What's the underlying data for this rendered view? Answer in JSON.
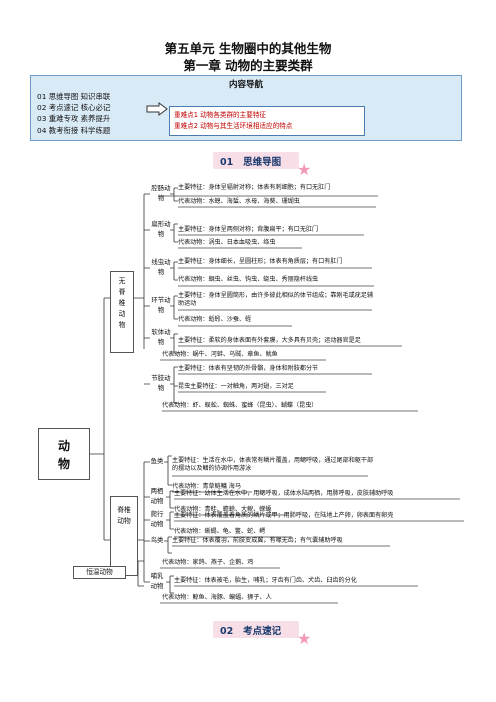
{
  "titles": {
    "unit": "第五单元  生物圈中的其他生物",
    "chapter": "第一章  动物的主要类群"
  },
  "nav": {
    "heading": "内容导航",
    "items": [
      "01 思维导图 知识串联",
      "02 考点速记 核心必记",
      "03 重难专攻 素养提升",
      "04 教考衔接 科学练题"
    ],
    "key_points": [
      "重难点1 动物各类群的主要特征",
      "重难点2 动物与其生活环境相适应的特点"
    ]
  },
  "sections": {
    "s1": {
      "num": "01",
      "label": "思维导图"
    },
    "s2": {
      "num": "02",
      "label": "考点速记"
    }
  },
  "mindmap": {
    "root": "动物",
    "invertebrates": "无脊椎动物",
    "vertebrates": "脊椎动物",
    "homeotherm": "恒温动物",
    "groups": [
      {
        "name": "腔肠动物",
        "feature": "主要特征：身体呈辐射对称；体表有刺细胞；有口无肛门",
        "rep": "代表动物：水螅、海蜇、水母、海葵、珊瑚虫"
      },
      {
        "name": "扁形动物",
        "feature": "主要特征：身体呈两侧对称；背腹扁平；有口无肛门",
        "rep": "代表动物：涡虫、日本血吸虫、绦虫"
      },
      {
        "name": "线虫动物",
        "feature": "主要特征：身体细长，呈圆柱形；体表有角质层；有口有肛门",
        "rep": "代表动物：蛔虫、丝虫、钩虫、蛲虫、秀丽隐杆线虫"
      },
      {
        "name": "环节动物",
        "feature": "主要特征：身体呈圆筒形，由许多彼此相似的体节组成；靠刚毛或疣足辅助运动",
        "rep": "代表动物：蚯蚓、沙蚕、蛭"
      },
      {
        "name": "软体动物",
        "feature": "主要特征：柔软的身体表面有外套膜，大多具有贝壳；运动器官是足",
        "rep": "代表动物：蜗牛、河蚌、乌贼、章鱼、鱿鱼"
      },
      {
        "name": "节肢动物",
        "feature": "主要特征：体表有坚韧的外骨骼，身体和附肢都分节",
        "insect": "昆虫主要特征：一对触角，两对翅，三对足",
        "rep": "代表动物：虾、蜈蚣、蜘蛛、蜜蜂（昆虫）、蝴蝶（昆虫）"
      },
      {
        "name": "鱼类",
        "feature": "主要特征：生活在水中，体表常有鳞片覆盖，用鳃呼吸，通过尾部和躯干部的摆动以及鳍的协调作用游泳",
        "rep": "代表动物：青草鲢鳙 海马"
      },
      {
        "name": "两栖动物",
        "feature": "主要特征：幼体生活在水中，用鳃呼吸，成体水陆两栖，用肺呼吸，皮肤辅助呼吸",
        "rep": "代表动物：青蛙、蟾蜍、大鲵、蝾螈"
      },
      {
        "name": "爬行动物",
        "feature": "主要特征：体表覆盖着角质的鳞片或甲；用肺呼吸，在陆地上产卵，卵表面有卵壳",
        "rep": "代表动物：蜥蜴、龟、鳖、蛇、鳄"
      },
      {
        "name": "鸟类",
        "feature": "主要特征：体表覆羽，前肢变成翼，有喙无齿；有气囊辅助呼吸",
        "rep": "代表动物：家鸽、燕子、企鹅、鸡"
      },
      {
        "name": "哺乳动物",
        "feature": "主要特征：体表被毛，胎生，哺乳；牙齿有门齿、犬齿、臼齿的分化",
        "rep": "代表动物：鲸鱼、海豚、蝙蝠、狮子、人"
      }
    ]
  },
  "colors": {
    "nav_bg": "#d9eaf7",
    "key_text": "#c00000",
    "banner_bg": "#f8dfe7",
    "banner_text": "#1a3a6e",
    "star": "#f29ab8"
  }
}
